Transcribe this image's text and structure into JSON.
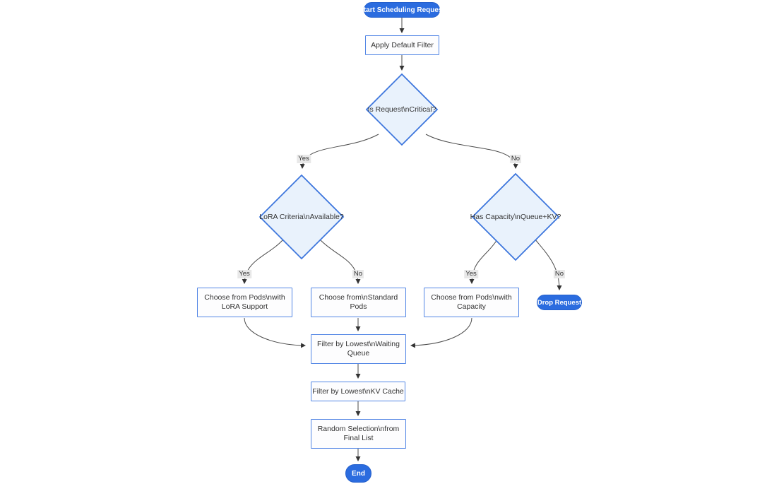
{
  "diagram": {
    "nodes": {
      "start": {
        "label": "Start Scheduling Request"
      },
      "apply_filter": {
        "label": "Apply Default Filter"
      },
      "is_critical": {
        "label": "Is Request\\nCritical?"
      },
      "lora_criteria": {
        "label": "LoRA Criteria\\nAvailable?"
      },
      "has_capacity": {
        "label": "Has Capacity\\nQueue+KV?"
      },
      "choose_lora_pods": {
        "line1": "Choose from Pods\\nwith",
        "line2": "LoRA Support"
      },
      "choose_standard_pods": {
        "line1": "Choose from\\nStandard",
        "line2": "Pods"
      },
      "choose_capacity_pods": {
        "line1": "Choose from Pods\\nwith",
        "line2": "Capacity"
      },
      "drop_request": {
        "label": "Drop Request"
      },
      "filter_waiting_queue": {
        "line1": "Filter by Lowest\\nWaiting",
        "line2": "Queue"
      },
      "filter_kv_cache": {
        "label": "Filter by Lowest\\nKV Cache"
      },
      "random_selection": {
        "line1": "Random Selection\\nfrom",
        "line2": "Final List"
      },
      "end": {
        "label": "End"
      }
    },
    "edge_labels": {
      "critical_yes": "Yes",
      "critical_no": "No",
      "lora_yes": "Yes",
      "lora_no": "No",
      "capacity_yes": "Yes",
      "capacity_no": "No"
    },
    "colors": {
      "accent_blue": "#2b6cdf",
      "rect_border": "#5286e5",
      "diamond_fill": "#e9f2fc",
      "diamond_border": "#3d76dd",
      "edge_line": "#4a4a4a",
      "arrowhead": "#333333",
      "edge_label_bg": "#e8e8e8",
      "text": "#333333"
    }
  }
}
